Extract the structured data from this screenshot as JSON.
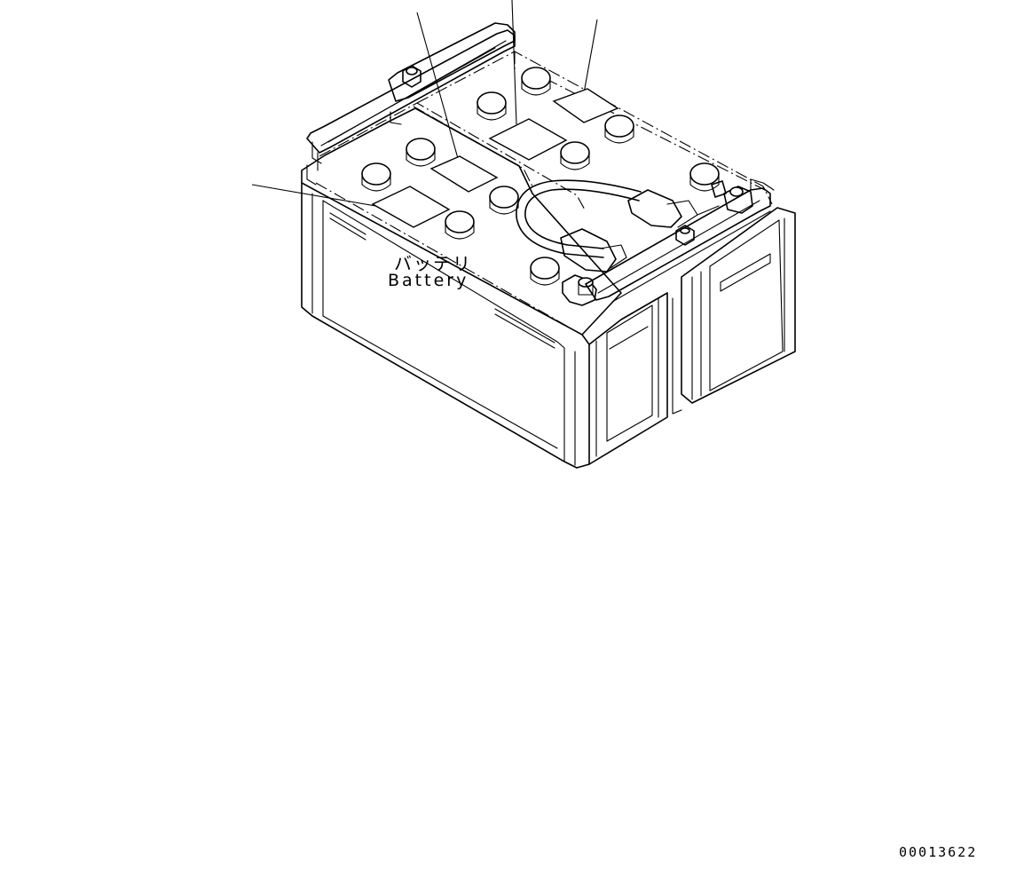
{
  "diagram": {
    "component_label_jp": "バッテリ",
    "component_label_en": "Battery",
    "drawing_number": "00013622"
  },
  "colors": {
    "line": "#000000",
    "background": "#ffffff"
  }
}
